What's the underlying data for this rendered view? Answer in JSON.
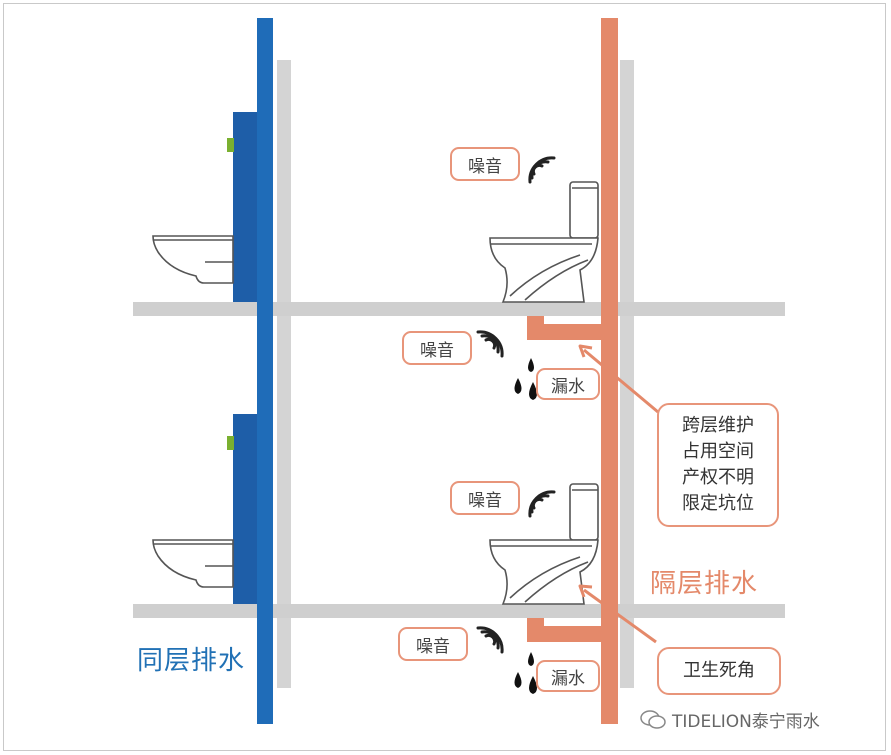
{
  "colors": {
    "same_floor_pipe": "#1f6cb8",
    "cross_floor_pipe": "#e4896a",
    "wall": "#d4d4d4",
    "floor": "#cfcfcf",
    "cistern": "#1e5ea8",
    "flush_button": "#7ab030",
    "label_same": "#2171b5",
    "label_cross": "#e4896a"
  },
  "labels": {
    "same_floor": "同层排水",
    "cross_floor": "隔层排水"
  },
  "callouts": {
    "noise_1": "噪音",
    "noise_2": "噪音",
    "noise_3": "噪音",
    "noise_4": "噪音",
    "leak_1": "漏水",
    "leak_2": "漏水"
  },
  "notes": {
    "problems": [
      "跨层维护",
      "占用空间",
      "产权不明",
      "限定坑位"
    ],
    "dead_corner": "卫生死角"
  },
  "watermark": "TIDELION泰宁雨水",
  "icons": [
    "wall-hung-toilet-icon",
    "floor-toilet-icon",
    "sound-wave-icon",
    "water-drop-icon",
    "wechat-icon"
  ]
}
